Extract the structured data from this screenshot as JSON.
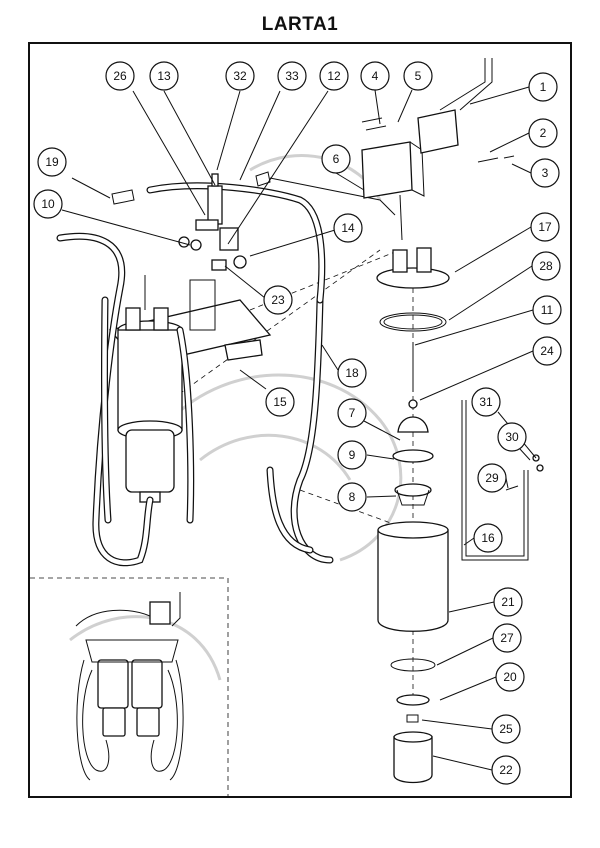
{
  "title": "LARTA1",
  "callouts": [
    {
      "id": "1",
      "label": "1"
    },
    {
      "id": "2",
      "label": "2"
    },
    {
      "id": "3",
      "label": "3"
    },
    {
      "id": "4",
      "label": "4"
    },
    {
      "id": "5",
      "label": "5"
    },
    {
      "id": "6",
      "label": "6"
    },
    {
      "id": "7",
      "label": "7"
    },
    {
      "id": "8",
      "label": "8"
    },
    {
      "id": "9",
      "label": "9"
    },
    {
      "id": "10",
      "label": "10"
    },
    {
      "id": "11",
      "label": "11"
    },
    {
      "id": "12",
      "label": "12"
    },
    {
      "id": "13",
      "label": "13"
    },
    {
      "id": "14",
      "label": "14"
    },
    {
      "id": "15",
      "label": "15"
    },
    {
      "id": "16",
      "label": "16"
    },
    {
      "id": "17",
      "label": "17"
    },
    {
      "id": "18",
      "label": "18"
    },
    {
      "id": "19",
      "label": "19"
    },
    {
      "id": "20",
      "label": "20"
    },
    {
      "id": "21",
      "label": "21"
    },
    {
      "id": "22",
      "label": "22"
    },
    {
      "id": "23",
      "label": "23"
    },
    {
      "id": "24",
      "label": "24"
    },
    {
      "id": "25",
      "label": "25"
    },
    {
      "id": "26",
      "label": "26"
    },
    {
      "id": "27",
      "label": "27"
    },
    {
      "id": "28",
      "label": "28"
    },
    {
      "id": "29",
      "label": "29"
    },
    {
      "id": "30",
      "label": "30"
    },
    {
      "id": "31",
      "label": "31"
    },
    {
      "id": "32",
      "label": "32"
    },
    {
      "id": "33",
      "label": "33"
    }
  ]
}
